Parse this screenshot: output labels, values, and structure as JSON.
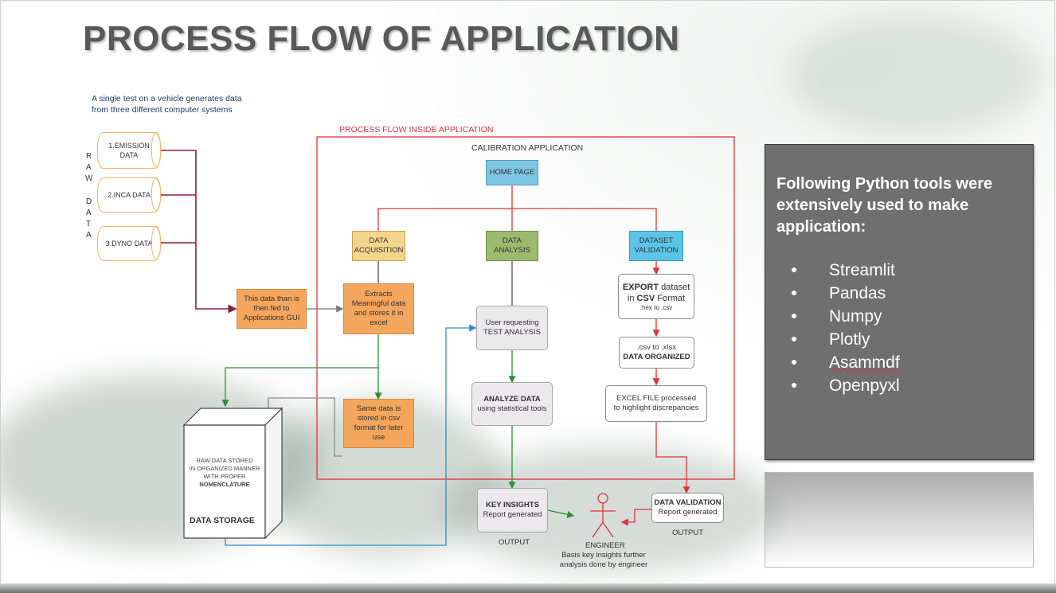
{
  "title": "PROCESS FLOW OF APPLICATION",
  "intro": [
    "A single test on a vehicle generates data",
    "from three different computer systems"
  ],
  "raw_data_letters": [
    "R",
    "A",
    "W",
    "D",
    "A",
    "T",
    "A"
  ],
  "sources": [
    {
      "lines": [
        "1.EMISSION",
        "DATA"
      ]
    },
    {
      "lines": [
        "2.INCA DATA"
      ]
    },
    {
      "lines": [
        "3.DYNO DATA"
      ]
    }
  ],
  "fed_box": [
    "This data than is",
    "then fed to",
    "Applications GUI"
  ],
  "process_label": "PROCESS FLOW INSIDE APPLICATION",
  "calibration_label": "CALIBRATION APPLICATION",
  "home_page": "HOME PAGE",
  "branches": {
    "acquisition": [
      "DATA",
      "ACQUISITION"
    ],
    "analysis": [
      "DATA",
      "ANALYSIS"
    ],
    "validation": [
      "DATASET",
      "VALIDATION"
    ]
  },
  "extract_box": [
    "Extracts",
    "Meaningful data",
    "and stores it in",
    "excel"
  ],
  "csv_box": [
    "Same data is",
    "stored in csv",
    "format for later",
    "use"
  ],
  "storage": {
    "lines": [
      "RAW DATA STORED",
      "IN ORGANIZED MANNER",
      "WITH PROPER"
    ],
    "bold": "NOMENCLATURE",
    "label": "DATA STORAGE"
  },
  "user_request": [
    "User requesting",
    "TEST ANALYSIS"
  ],
  "analyze": {
    "title": "ANALYZE DATA",
    "sub": "using statistical tools"
  },
  "export": {
    "l1a": "EXPORT",
    "l1b": " dataset",
    "l2a": "in ",
    "l2b": "CSV",
    "l2c": " Format",
    "l3": ".hex to .csv"
  },
  "organize": {
    "l1": ".csv to .xlsx",
    "l2": "DATA ORGANIZED"
  },
  "excel_file": [
    "EXCEL FILE processed",
    "to highlight discrepancies"
  ],
  "key_insights": {
    "title": "KEY INSIGHTS",
    "sub": "Report generated",
    "output": "OUTPUT"
  },
  "data_validation": {
    "title": "DATA VALIDATION",
    "sub": "Report generated",
    "output": "OUTPUT"
  },
  "engineer": {
    "label": "ENGINEER",
    "notes": [
      "Basis key insights further",
      "analysis done by engineer"
    ]
  },
  "panel": {
    "title": "Following Python tools were extensively used to make application:",
    "bullet": "●",
    "tools": [
      "Streamlit",
      "Pandas",
      "Numpy",
      "Plotly",
      "Asammdf",
      "Openpyxl"
    ]
  },
  "colors": {
    "orange": "#f4a65c",
    "home": "#7dc6e3",
    "acquisition": "#f4d58c",
    "analysis": "#9dbb6e",
    "validation": "#5bc4e8",
    "red": "#e0323a",
    "dark_red": "#8b1f3c",
    "green": "#2e8b3a",
    "blue": "#2a8fcf",
    "panel": "#6f6f6f"
  }
}
